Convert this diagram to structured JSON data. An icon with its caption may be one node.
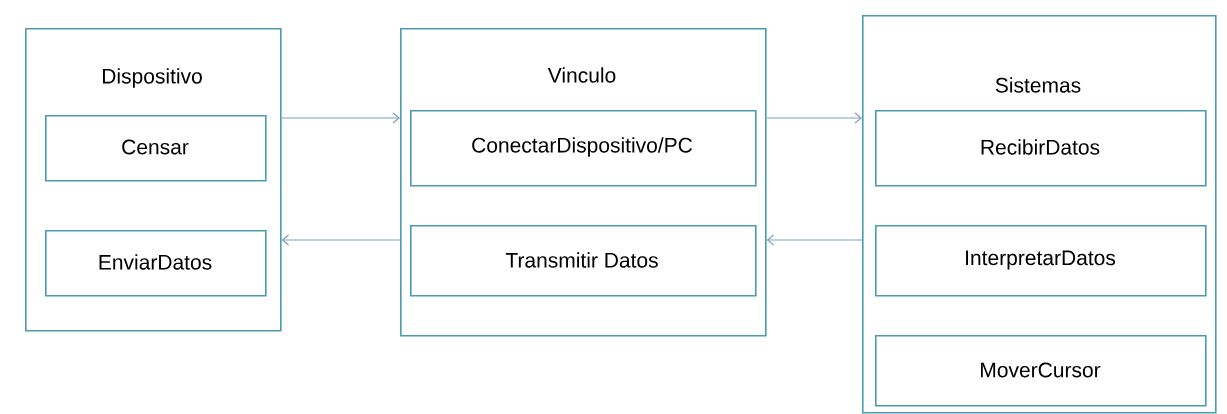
{
  "diagram": {
    "nodes": [
      {
        "text": [
          "Dispositivo"
        ]
      },
      {
        "text": [
          "Censar"
        ],
        "in": 0
      },
      {
        "text": [
          "EnviarDatos"
        ],
        "in": 0
      },
      {
        "text": [
          "Vinculo"
        ]
      },
      {
        "text": [
          "ConectarDispositivo/PC"
        ],
        "in": 3
      },
      {
        "text": [
          "Transmitir Datos"
        ],
        "in": 3
      },
      {
        "text": [
          "Sistemas"
        ]
      },
      {
        "text": [
          "RecibirDatos"
        ],
        "in": 6
      },
      {
        "text": [
          "InterpretarDatos"
        ],
        "in": 6
      },
      {
        "text": [
          "MoverCursor"
        ],
        "in": 6
      }
    ],
    "edges": [
      {
        "from": 0,
        "to": 3,
        "arrow": "to"
      },
      {
        "from": 3,
        "to": 6,
        "arrow": "to"
      },
      {
        "from": 6,
        "to": 3,
        "arrow": "to"
      },
      {
        "from": 3,
        "to": 0,
        "arrow": "to"
      }
    ]
  }
}
